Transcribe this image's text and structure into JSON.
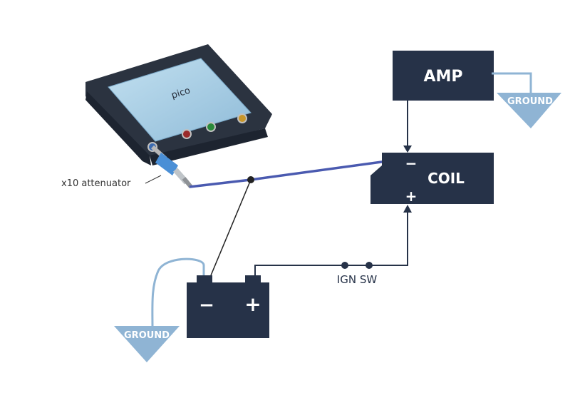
{
  "labels": {
    "amp": "AMP",
    "coil": "COIL",
    "coil_minus": "−",
    "coil_plus": "+",
    "ground_amp": "GROUND",
    "ground_battery": "GROUND",
    "battery_minus": "−",
    "battery_plus": "+",
    "ign_sw": "IGN SW",
    "attenuator": "x10 attenuator",
    "scope_brand": "pico"
  },
  "colors": {
    "block": "#263248",
    "ground_fill": "#8fb4d4",
    "ground_wire": "#8fb4d4",
    "probe_cable": "#4a5ab0",
    "scope_body": "#2b3340",
    "scope_panel": "#a9cde4",
    "attenuator": "#4a8fd6",
    "wire": "#263248"
  }
}
